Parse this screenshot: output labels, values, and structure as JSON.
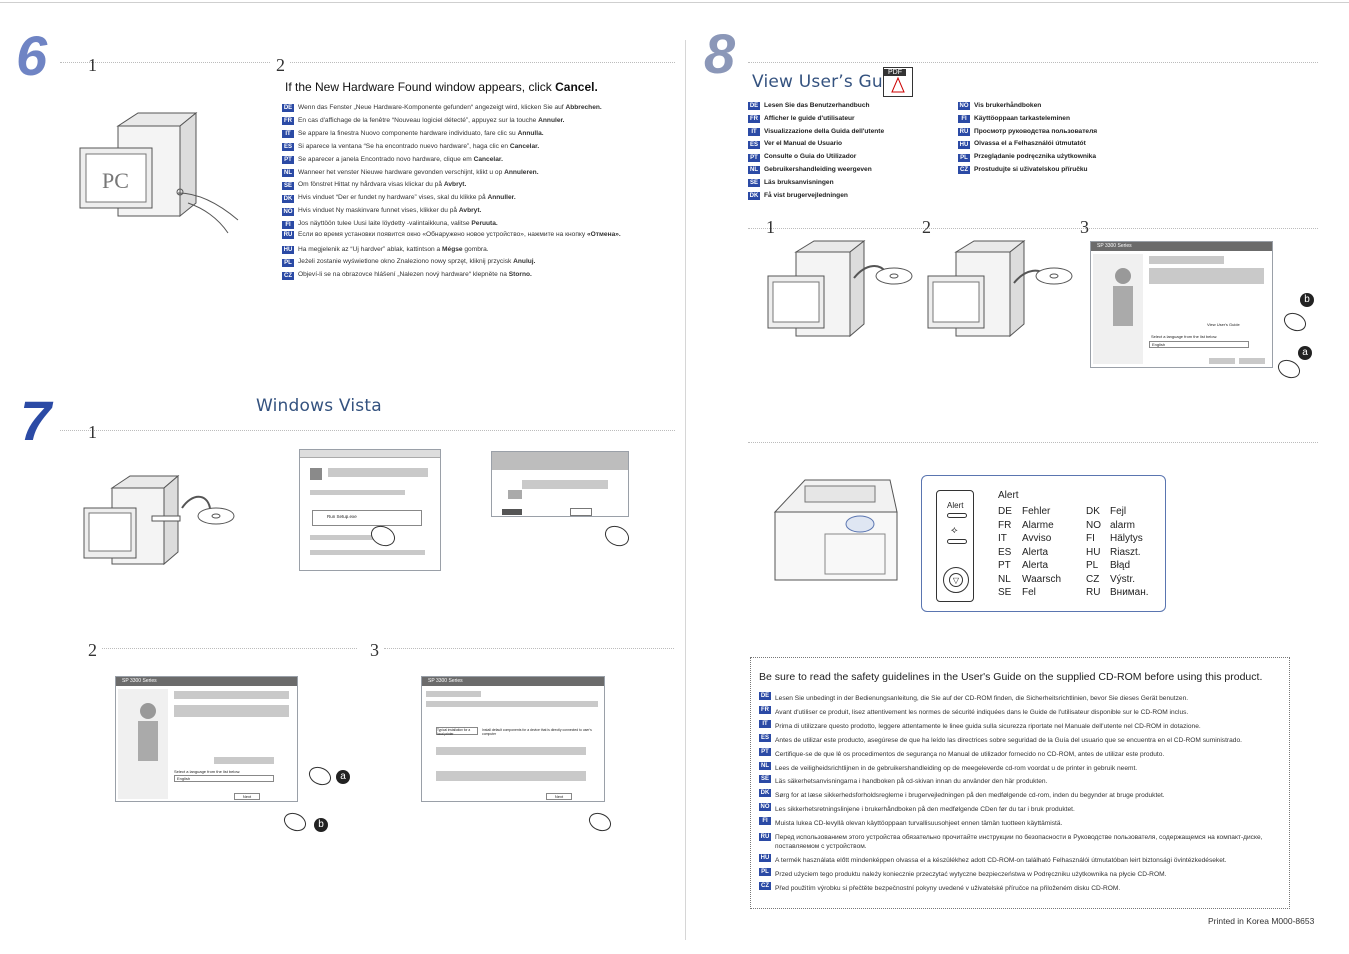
{
  "section6": {
    "number": "6",
    "step1": "1",
    "step2": "2",
    "heading_pre": "If the New Hardware Found window appears, click ",
    "heading_bold": "Cancel.",
    "pc_label": "PC",
    "langs": [
      {
        "code": "DE",
        "text": "Wenn das Fenster „Neue Hardware-Komponente gefunden“ angezeigt wird, klicken Sie auf ",
        "bold": "Abbrechen."
      },
      {
        "code": "FR",
        "text": "En cas d'affichage de la fenêtre “Nouveau logiciel détecté”, appuyez sur la touche ",
        "bold": "Annuler."
      },
      {
        "code": "IT",
        "text": "Se appare la finestra Nuovo componente hardware individuato, fare clic su ",
        "bold": "Annulla."
      },
      {
        "code": "ES",
        "text": "Si aparece la ventana “Se ha encontrado nuevo hardware”, haga clic en ",
        "bold": "Cancelar."
      },
      {
        "code": "PT",
        "text": "Se aparecer a janela Encontrado novo hardware, clique em ",
        "bold": "Cancelar."
      },
      {
        "code": "NL",
        "text": "Wanneer het venster Nieuwe hardware gevonden verschijnt, klikt u op ",
        "bold": "Annuleren."
      },
      {
        "code": "SE",
        "text": "Om fönstret Hittat ny hårdvara visas klickar du på ",
        "bold": "Avbryt."
      },
      {
        "code": "DK",
        "text": "Hvis vinduet “Der er fundet ny hardware” vises, skal du klikke på ",
        "bold": "Annuller."
      },
      {
        "code": "NO",
        "text": "Hvis vinduet Ny maskinvare funnet vises, klikker du på ",
        "bold": "Avbryt."
      },
      {
        "code": "FI",
        "text": "Jos näyttöön tulee Uusi laite löydetty -valintaikkuna, valitse ",
        "bold": "Peruuta."
      },
      {
        "code": "RU",
        "text": "Если во время установки появится окно «Обнаружено новое устройство», нажмите на кнопку ",
        "bold": "«Отмена»."
      },
      {
        "code": "HU",
        "text": "Ha megjelenik az “Uj hardver” ablak, kattintson a ",
        "bold": "Mégse",
        "tail": " gombra."
      },
      {
        "code": "PL",
        "text": "Jeżeli zostanie wyświetlone okno Znaleziono nowy sprzęt, kliknij przycisk ",
        "bold": "Anuluj."
      },
      {
        "code": "CZ",
        "text": "Objeví-li se na obrazovce hlášení „Nalezen nový hardware“ klepněte na ",
        "bold": "Storno."
      }
    ]
  },
  "section7": {
    "number": "7",
    "title": "Windows Vista",
    "step1": "1",
    "step2": "2",
    "step3": "3",
    "run_setup_label": "Run Setup.exe",
    "window_title": "SP 3300 Series",
    "select_language_text": "Select a language from the list below.",
    "language_value": "English",
    "next_label": "Next",
    "install_text": "Install default components for a device that is directly connected to user's computer",
    "typical_label": "Typical installation for a local printer",
    "marker_a": "a",
    "marker_b": "b"
  },
  "section8": {
    "number": "8",
    "title": "View User’s Guide",
    "pdf_label": "PDF",
    "guide_left": [
      {
        "code": "DE",
        "text": "Lesen Sie das Benutzerhandbuch"
      },
      {
        "code": "FR",
        "text": "Afficher le guide d'utilisateur"
      },
      {
        "code": "IT",
        "text": "Visualizzazione della Guida dell'utente"
      },
      {
        "code": "ES",
        "text": "Ver el Manual de Usuario"
      },
      {
        "code": "PT",
        "text": "Consulte o Guia do Utilizador"
      },
      {
        "code": "NL",
        "text": "Gebruikershandleiding weergeven"
      },
      {
        "code": "SE",
        "text": "Läs bruksanvisningen"
      },
      {
        "code": "DK",
        "text": "Få vist brugervejledningen"
      }
    ],
    "guide_right": [
      {
        "code": "NO",
        "text": "Vis brukerhåndboken"
      },
      {
        "code": "FI",
        "text": "Käyttöoppaan tarkasteleminen"
      },
      {
        "code": "RU",
        "text": "Просмотр руководства пользователя"
      },
      {
        "code": "HU",
        "text": "Olvassa el a Felhasználói útmutatót"
      },
      {
        "code": "PL",
        "text": "Przeglądanie podręcznika użytkownika"
      },
      {
        "code": "CZ",
        "text": "Prostudujte si uživatelskou příručku"
      }
    ],
    "step1": "1",
    "step2": "2",
    "step3": "3",
    "view_guide_label": "View User's Guide",
    "marker_a": "a",
    "marker_b": "b"
  },
  "alert": {
    "button_label": "Alert",
    "heading": "Alert",
    "left": [
      {
        "code": "DE",
        "word": "Fehler"
      },
      {
        "code": "FR",
        "word": "Alarme"
      },
      {
        "code": "IT",
        "word": "Avviso"
      },
      {
        "code": "ES",
        "word": "Alerta"
      },
      {
        "code": "PT",
        "word": "Alerta"
      },
      {
        "code": "NL",
        "word": "Waarsch"
      },
      {
        "code": "SE",
        "word": "Fel"
      }
    ],
    "right": [
      {
        "code": "DK",
        "word": "Fejl"
      },
      {
        "code": "NO",
        "word": "alarm"
      },
      {
        "code": "FI",
        "word": "Hälytys"
      },
      {
        "code": "HU",
        "word": "Riaszt."
      },
      {
        "code": "PL",
        "word": "Błąd"
      },
      {
        "code": "CZ",
        "word": "Výstr."
      },
      {
        "code": "RU",
        "word": "Вниман."
      }
    ]
  },
  "safety": {
    "heading": "Be sure to read the safety guidelines in the User's Guide on the supplied CD-ROM before using this product.",
    "langs": [
      {
        "code": "DE",
        "text": "Lesen Sie unbedingt in der Bedienungsanleitung, die Sie auf der CD-ROM finden, die Sicherheitsrichtlinien, bevor Sie dieses Gerät benutzen."
      },
      {
        "code": "FR",
        "text": "Avant d'utiliser ce produit, lisez attentivement les normes de sécurité indiquées dans le Guide de l'utilisateur disponible sur le CD-ROM inclus."
      },
      {
        "code": "IT",
        "text": "Prima di utilizzare questo prodotto, leggere attentamente le linee guida sulla sicurezza riportate nel Manuale dell'utente nel CD-ROM in dotazione."
      },
      {
        "code": "ES",
        "text": "Antes de utilizar este producto, asegúrese de que ha leído las directrices sobre seguridad de la Guía del usuario que se encuentra en el CD-ROM suministrado."
      },
      {
        "code": "PT",
        "text": "Certifique-se de que lê os procedimentos de segurança no Manual de utilizador fornecido no CD-ROM, antes de utilizar este produto."
      },
      {
        "code": "NL",
        "text": "Lees de veiligheidsrichtlijnen in de gebruikershandleiding op de meegeleverde cd-rom voordat u de printer in gebruik neemt."
      },
      {
        "code": "SE",
        "text": "Läs säkerhetsanvisningarna i handboken på cd-skivan innan du använder den här produkten."
      },
      {
        "code": "DK",
        "text": "Sørg for at læse sikkerhedsforholdsreglerne i brugervejledningen på den medfølgende cd-rom, inden du begynder at bruge produktet."
      },
      {
        "code": "NO",
        "text": "Les sikkerhetsretningslinjene i brukerhåndboken på den medfølgende CDen før du tar i bruk produktet."
      },
      {
        "code": "FI",
        "text": "Muista lukea CD-levyllä olevan käyttöoppaan turvallisuusohjeet ennen tämän tuotteen käyttämistä."
      },
      {
        "code": "RU",
        "text": "Перед использованием этого устройства обязательно прочитайте инструкции по безопасности в Руководстве пользователя, содержащемся на компакт-диске, поставляемом с устройством."
      },
      {
        "code": "HU",
        "text": "A termék használata előtt mindenképpen olvassa el a készülékhez adott CD-ROM-on található Felhasználói útmutatóban leirt biztonsági övintézkedéseket."
      },
      {
        "code": "PL",
        "text": "Przed użyciem tego produktu należy koniecznie przeczytać wytyczne bezpieczeństwa w Podręczniku użytkownika na płycie CD-ROM."
      },
      {
        "code": "CZ",
        "text": "Před použitím výrobku si přečtěte bezpečnostní pokyny uvedené v uživatelské příručce na přiloženém disku CD-ROM."
      }
    ]
  },
  "footer": {
    "printed": "Printed in Korea M000-8653"
  }
}
